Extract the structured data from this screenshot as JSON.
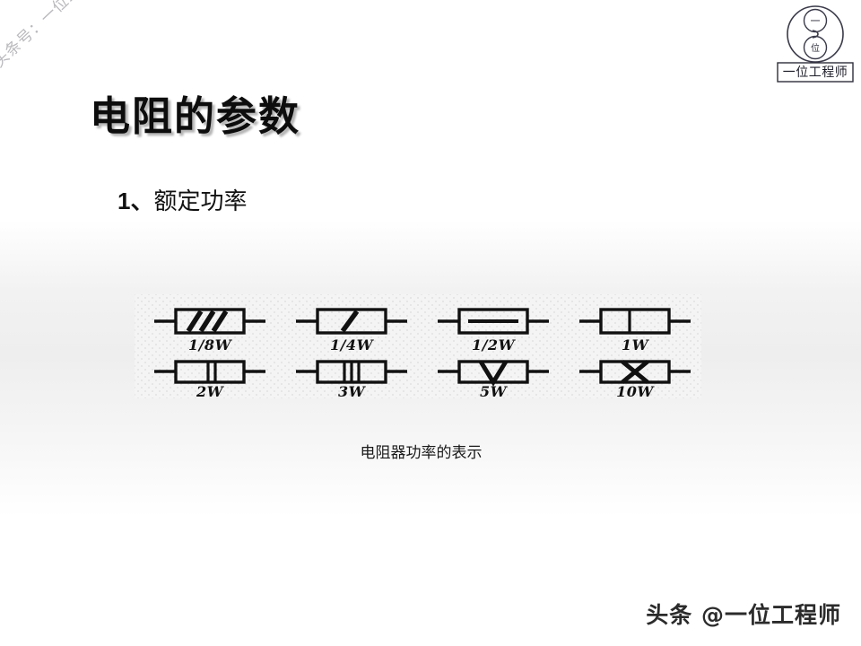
{
  "slide": {
    "title": "电阻的参数",
    "subtitle_number": "1、",
    "subtitle_text": "额定功率",
    "caption": "电阻器功率的表示",
    "watermark": "头条号：一位工程师",
    "footer_brand": "头条 @一位工程师",
    "background_top_color": "#ffffff",
    "background_mid_color": "#eeeeee"
  },
  "logo": {
    "name": "yiwei-gongchengshi-logo",
    "top_char": "一",
    "bottom_char": "位",
    "box_text": "一位工程师"
  },
  "figure": {
    "name": "resistor-power-rating-diagram",
    "background_color": "#f4f4f4",
    "line_color": "#111111",
    "symbols": [
      {
        "label": "1/8W",
        "marking": "three-diagonal-slashes",
        "row": 1,
        "col": 1
      },
      {
        "label": "1/4W",
        "marking": "one-diagonal-slash",
        "row": 1,
        "col": 2
      },
      {
        "label": "1/2W",
        "marking": "horizontal-bar",
        "row": 1,
        "col": 3
      },
      {
        "label": "1W",
        "marking": "one-vertical-line",
        "row": 1,
        "col": 4
      },
      {
        "label": "2W",
        "marking": "two-vertical-bars",
        "row": 2,
        "col": 1
      },
      {
        "label": "3W",
        "marking": "three-vertical-bars",
        "row": 2,
        "col": 2
      },
      {
        "label": "5W",
        "marking": "v-shape",
        "row": 2,
        "col": 3
      },
      {
        "label": "10W",
        "marking": "x-shape",
        "row": 2,
        "col": 4
      }
    ]
  }
}
